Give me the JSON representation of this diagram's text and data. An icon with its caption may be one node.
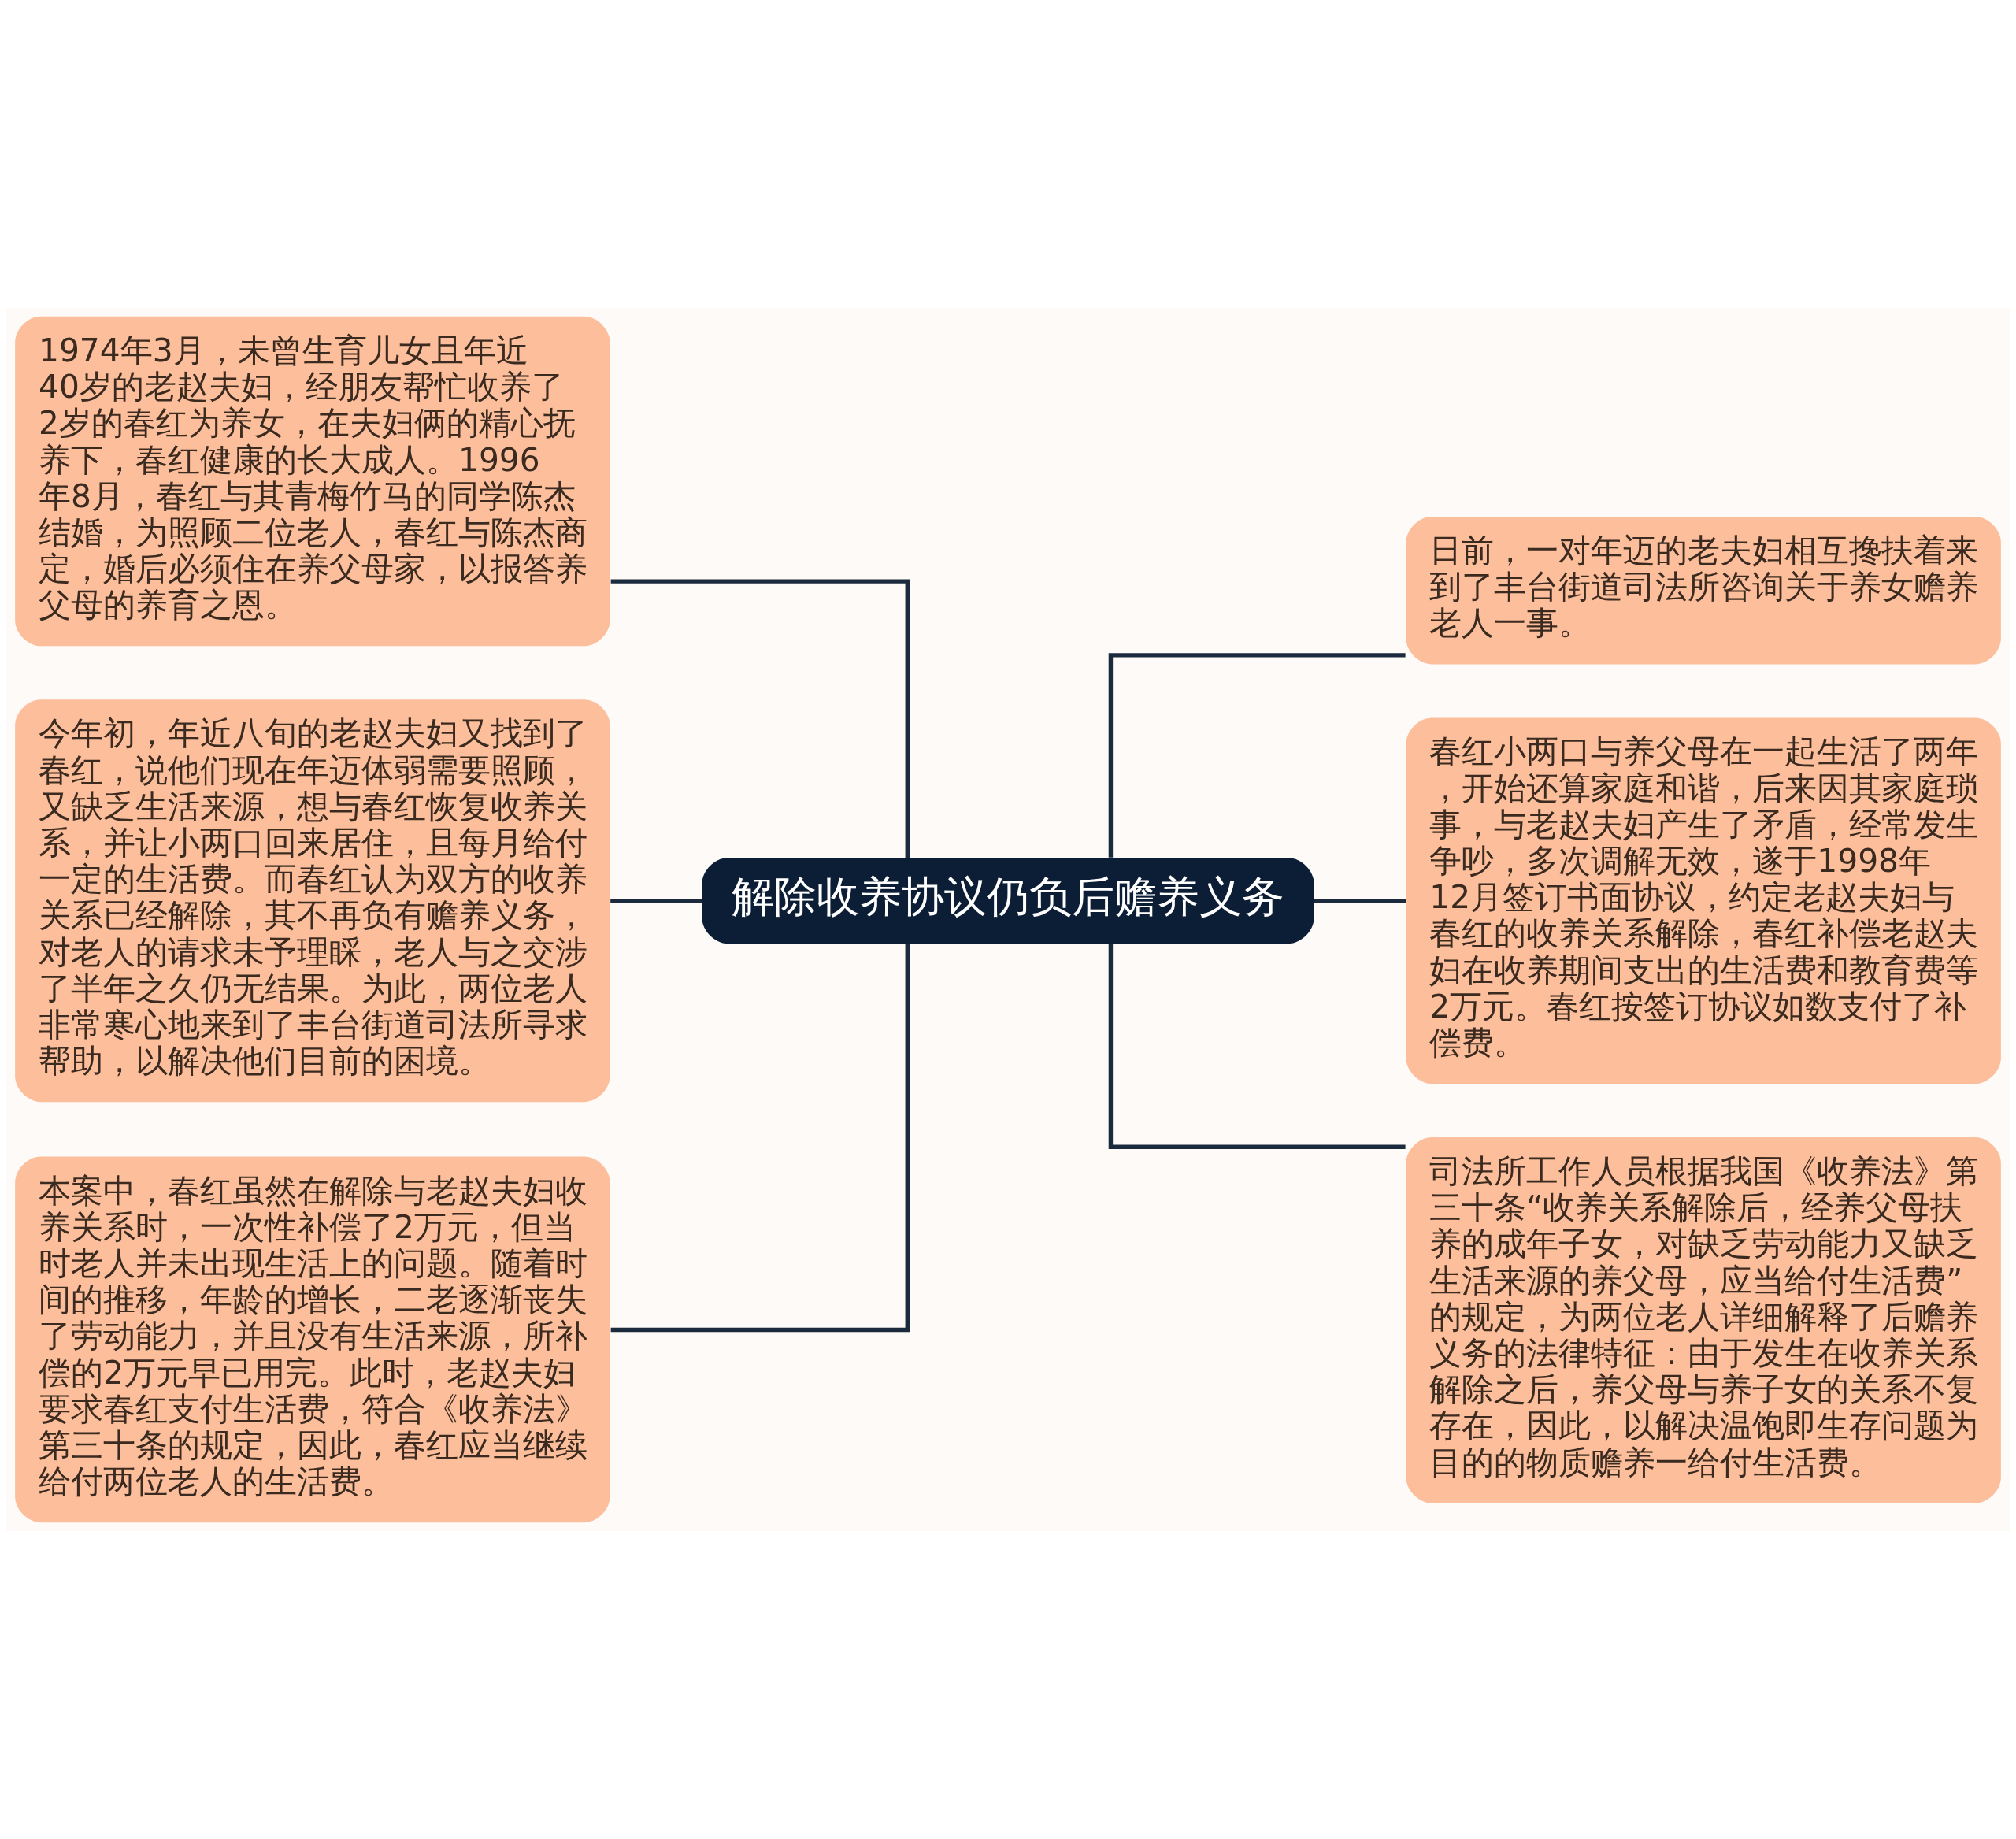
{
  "diagram": {
    "nodes": [
      {
        "text": [
          "解除收养协议仍负后赡养义务"
        ]
      },
      {
        "text": [
          "1974年3月，未曾生育儿女且年近40岁的老赵夫妇，经朋友帮忙收养了2岁的春红为养女，在夫妇俩的精心抚养下，春红健康的长大成人。1996年8月，春红与其青梅竹马的同学陈杰结婚，为照顾二位老人，春红与陈杰商定，婚后必须住在养父母家，以报答养父母的养育之恩。"
        ]
      },
      {
        "text": [
          "今年初，年近八旬的老赵夫妇又找到了春红，说他们现在年迈体弱需要照顾，又缺乏生活来源，想与春红恢复收养关系，并让小两口回来居住，且每月给付一定的生活费。而春红认为双方的收养关系已经解除，其不再负有赡养义务，对老人的请求未予理睬，老人与之交涉了半年之久仍无结果。为此，两位老人非常寒心地来到了丰台街道司法所寻求帮助，以解决他们目前的困境。"
        ]
      },
      {
        "text": [
          "本案中，春红虽然在解除与老赵夫妇收养关系时，一次性补偿了2万元，但当时老人并未出现生活上的问题。随着时间的推移，年龄的增长，二老逐渐丧失了劳动能力，并且没有生活来源，所补偿的2万元早已用完。此时，老赵夫妇要求春红支付生活费，符合《收养法》第三十条的规定，因此，春红应当继续给付两位老人的生活费。"
        ]
      },
      {
        "text": [
          "日前，一对年迈的老夫妇相互搀扶着来到了丰台街道司法所咨询关于养女赡养老人一事。"
        ]
      },
      {
        "text": [
          "春红小两口与养父母在一起生活了两年，开始还算家庭和谐，后来因其家庭琐事，与老赵夫妇产生了矛盾，经常发生争吵，多次调解无效，遂于1998年12月签订书面协议，约定老赵夫妇与春红的收养关系解除，春红补偿老赵夫妇在收养期间支出的生活费和教育费等2万元。春红按签订协议如数支付了补偿费。"
        ]
      },
      {
        "text": [
          "司法所工作人员根据我国《收养法》第三十条“收养关系解除后，经养父母扶养的成年子女，对缺乏劳动能力又缺乏生活来源的养父母，应当给付生活费”的规定，为两位老人详细解释了后赡养义务的法律特征：由于发生在收养关系解除之后，养父母与养子女的关系不复存在，因此，以解决温饱即生存问题为目的的物质赡养一给付生活费。"
        ]
      }
    ],
    "edges": [
      {
        "from": 0,
        "to": 1,
        "arrow": "none"
      },
      {
        "from": 0,
        "to": 2,
        "arrow": "none"
      },
      {
        "from": 0,
        "to": 3,
        "arrow": "none"
      },
      {
        "from": 0,
        "to": 4,
        "arrow": "none"
      },
      {
        "from": 0,
        "to": 5,
        "arrow": "none"
      },
      {
        "from": 0,
        "to": 6,
        "arrow": "none"
      }
    ]
  }
}
